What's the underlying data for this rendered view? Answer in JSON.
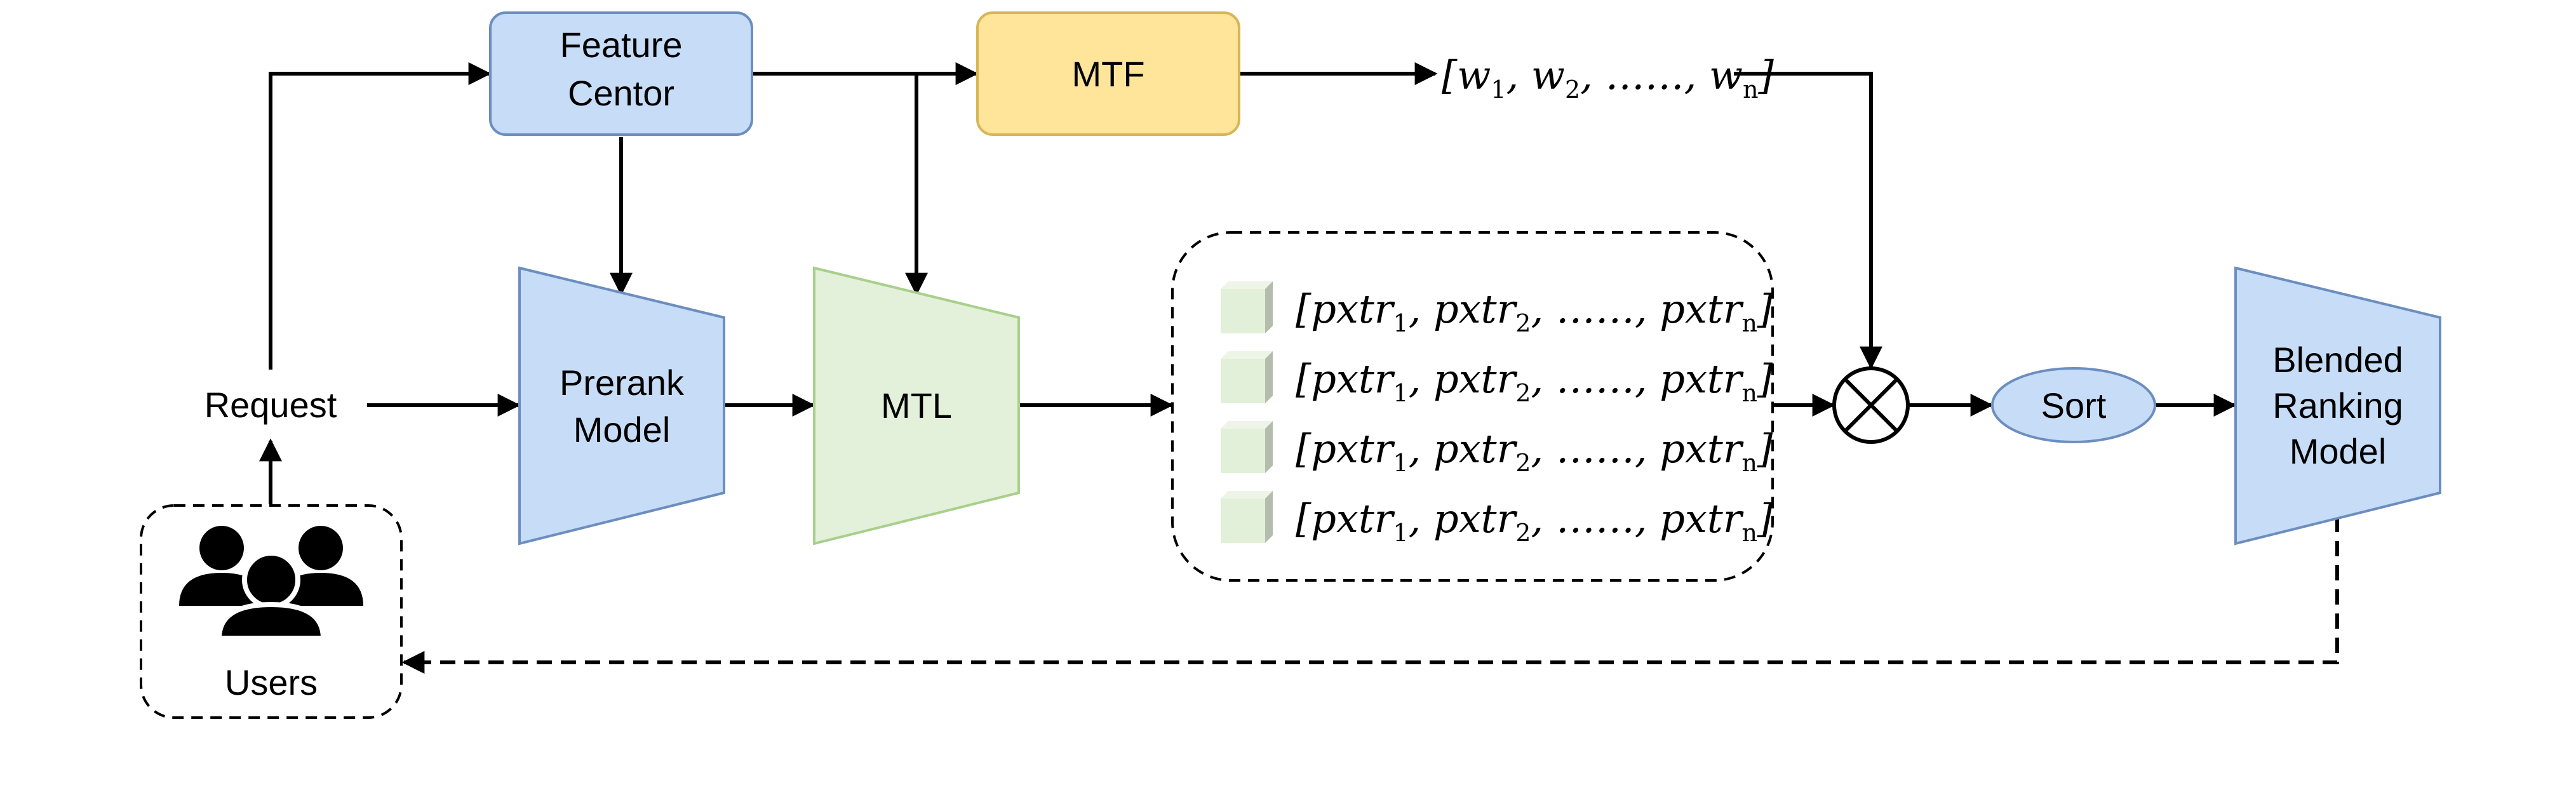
{
  "nodes": {
    "feature_centor": [
      "Feature",
      "Centor"
    ],
    "mtf": "MTF",
    "weights": {
      "open": "[",
      "w": "w",
      "sub1": "1",
      "sub2": "2",
      "subn": "n",
      "sep": ", ",
      "dots": "……",
      "close": "]"
    },
    "request": "Request",
    "prerank": [
      "Prerank",
      "Model"
    ],
    "mtl": "MTL",
    "pxtr_rows": [
      {
        "open": "[",
        "name": "pxtr",
        "sub1": "1",
        "sub2": "2",
        "subn": "n",
        "sep": ", ",
        "dots": "……",
        "close": "]"
      },
      {
        "open": "[",
        "name": "pxtr",
        "sub1": "1",
        "sub2": "2",
        "subn": "n",
        "sep": ", ",
        "dots": "……",
        "close": "]"
      },
      {
        "open": "[",
        "name": "pxtr",
        "sub1": "1",
        "sub2": "2",
        "subn": "n",
        "sep": ", ",
        "dots": "……",
        "close": "]"
      },
      {
        "open": "[",
        "name": "pxtr",
        "sub1": "1",
        "sub2": "2",
        "subn": "n",
        "sep": ", ",
        "dots": "……",
        "close": "]"
      }
    ],
    "sort": "Sort",
    "blended": [
      "Blended",
      "Ranking",
      "Model"
    ],
    "users": "Users"
  },
  "colors": {
    "blue_fill": "#c6dcf7",
    "blue_stroke": "#6c8ebf",
    "yellow_fill": "#ffe59a",
    "yellow_stroke": "#d6b656",
    "green_fill": "#e4f1da",
    "green_stroke": "#a9cf8c",
    "cube_front": "#e2efd9",
    "cube_side": "#b4bdac",
    "cube_top": "#eef5e8"
  },
  "icons": [
    "users-group-icon",
    "multiply-operator-icon",
    "cube-icon"
  ]
}
